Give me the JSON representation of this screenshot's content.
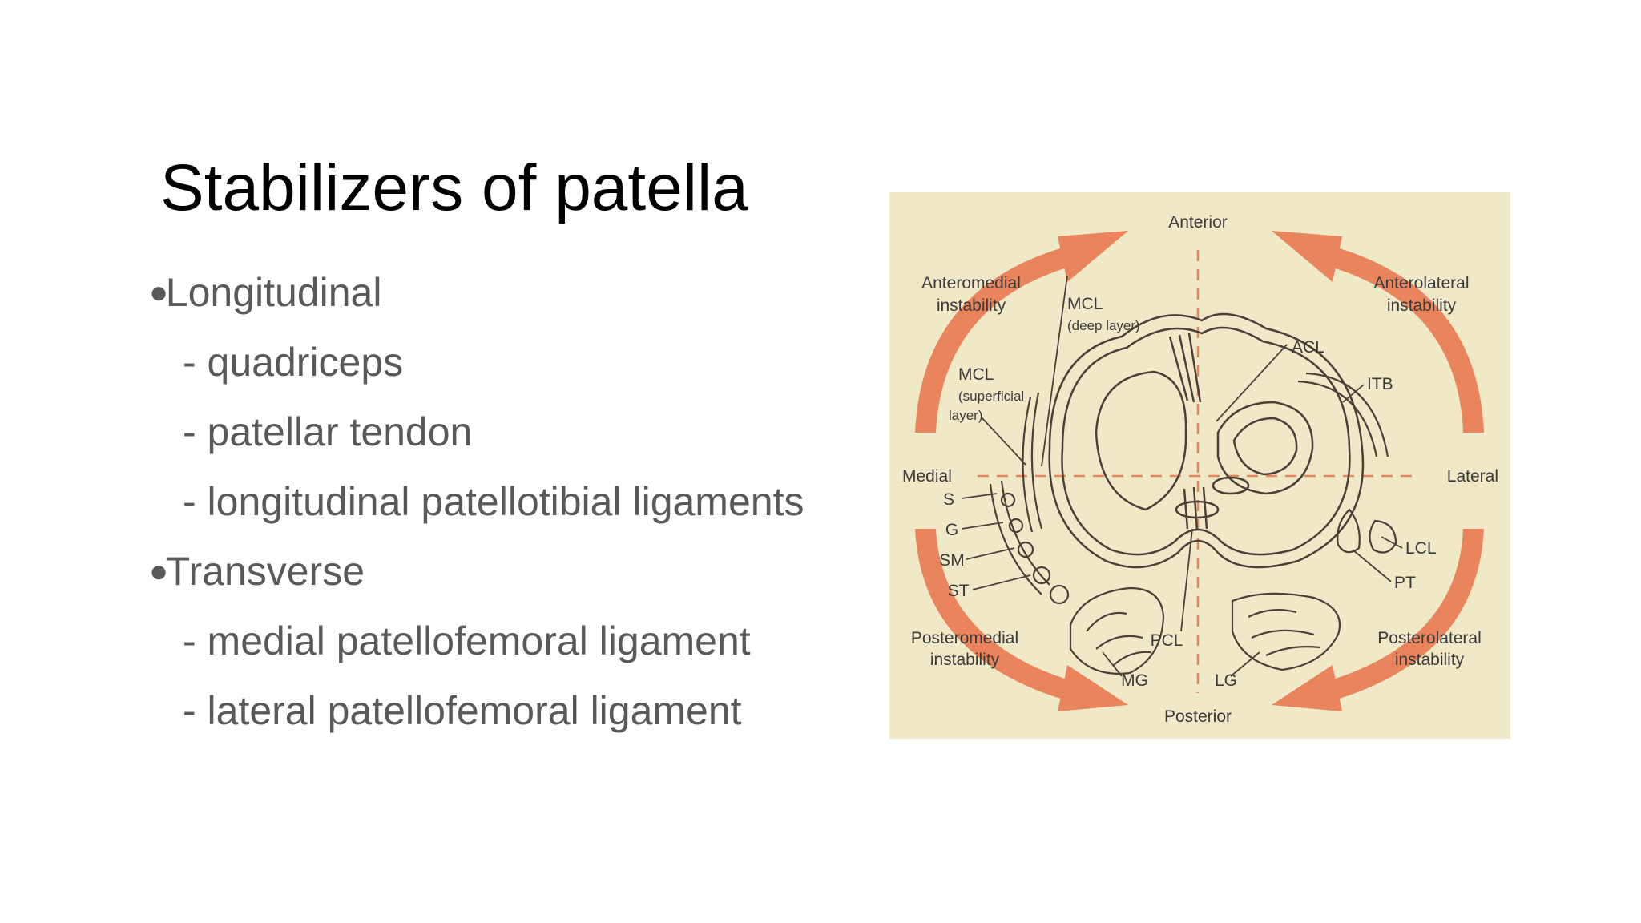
{
  "slide": {
    "title": "Stabilizers of patella",
    "items": [
      {
        "type": "bullet",
        "marker": "●",
        "text": "Longitudinal"
      },
      {
        "type": "sub",
        "text": "- quadriceps"
      },
      {
        "type": "sub",
        "text": "- patellar tendon"
      },
      {
        "type": "sub",
        "text": "- longitudinal patellotibial ligaments"
      },
      {
        "type": "bullet",
        "marker": "●",
        "text": "Transverse"
      },
      {
        "type": "sub",
        "text": "- medial patellofemoral ligament"
      },
      {
        "type": "sub",
        "text": "- lateral patellofemoral ligament"
      }
    ]
  },
  "figure": {
    "colors": {
      "background": "#efe9c8",
      "arrow": "#e9845c",
      "line": "#4a4036",
      "axis": "#e9845c"
    },
    "labels": {
      "anterior": "Anterior",
      "posterior": "Posterior",
      "medial": "Medial",
      "lateral": "Lateral",
      "anteromedial_1": "Anteromedial",
      "anteromedial_2": "instability",
      "anterolateral_1": "Anterolateral",
      "anterolateral_2": "instability",
      "posteromedial_1": "Posteromedial",
      "posteromedial_2": "instability",
      "posterolateral_1": "Posterolateral",
      "posterolateral_2": "instability",
      "mcl_deep_1": "MCL",
      "mcl_deep_2": "(deep layer)",
      "mcl_sup_1": "MCL",
      "mcl_sup_2": "(superficial",
      "mcl_sup_3": "layer)",
      "acl": "ACL",
      "itb": "ITB",
      "s": "S",
      "g": "G",
      "sm": "SM",
      "st": "ST",
      "lcl": "LCL",
      "pt": "PT",
      "pcl": "PCL",
      "mg": "MG",
      "lg": "LG"
    }
  }
}
